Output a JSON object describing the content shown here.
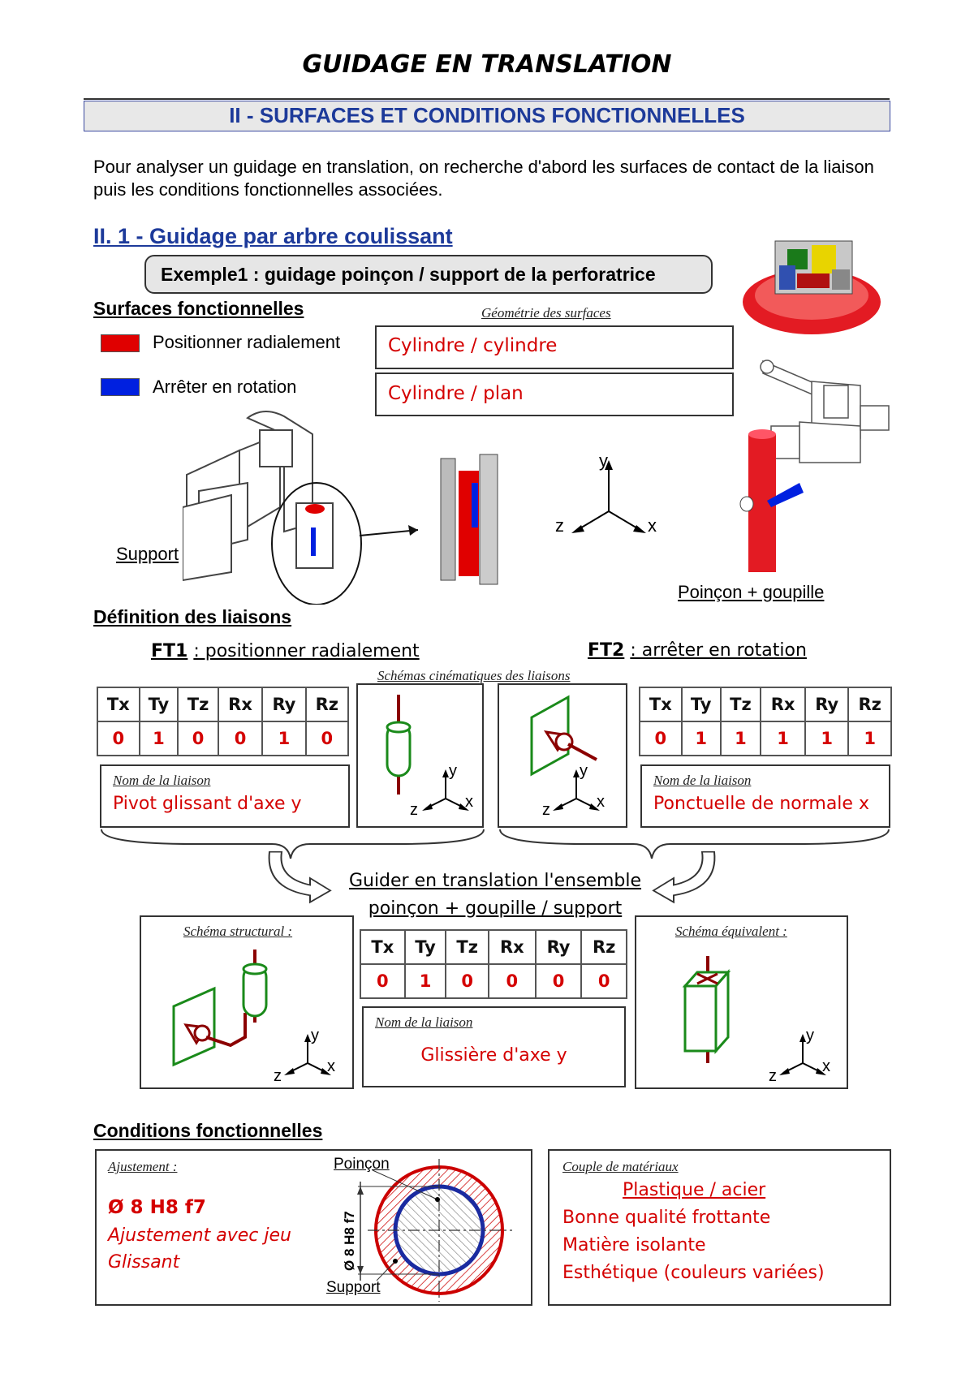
{
  "page": {
    "title": "GUIDAGE EN TRANSLATION",
    "section": "II - SURFACES ET CONDITIONS FONCTIONNELLES",
    "intro": "Pour analyser un guidage en translation, on recherche d'abord les surfaces de contact de la liaison puis les conditions fonctionnelles associées.",
    "subsection": "II. 1 - Guidage par arbre coulissant",
    "example": "Exemple1 : guidage poinçon / support de la perforatrice"
  },
  "surfaces": {
    "heading": "Surfaces fonctionnelles",
    "geometry_caption": "Géométrie des surfaces",
    "items": [
      {
        "color": "#e00000",
        "label": "Positionner radialement",
        "geometry": "Cylindre / cylindre"
      },
      {
        "color": "#0020e0",
        "label": "Arrêter en rotation",
        "geometry": "Cylindre / plan"
      }
    ],
    "support_label": "Support",
    "poincon_label": "Poinçon + goupille"
  },
  "axes": {
    "x": "x",
    "y": "y",
    "z": "z"
  },
  "liaisons": {
    "heading": "Définition des liaisons",
    "schemas_caption": "Schémas cinématiques des liaisons",
    "ft1": {
      "code": "FT1",
      "title": ": positionner radialement",
      "headers": [
        "Tx",
        "Ty",
        "Tz",
        "Rx",
        "Ry",
        "Rz"
      ],
      "values": [
        "0",
        "1",
        "0",
        "0",
        "1",
        "0"
      ],
      "name_caption": "Nom de la liaison",
      "name": "Pivot glissant d'axe y"
    },
    "ft2": {
      "code": "FT2",
      "title": ": arrêter en rotation",
      "headers": [
        "Tx",
        "Ty",
        "Tz",
        "Rx",
        "Ry",
        "Rz"
      ],
      "values": [
        "0",
        "1",
        "1",
        "1",
        "1",
        "1"
      ],
      "name_caption": "Nom de la liaison",
      "name": "Ponctuelle de normale x"
    }
  },
  "ensemble": {
    "line1": "Guider en translation l'ensemble",
    "line2": "poinçon + goupille / support",
    "structural_caption": "Schéma structural :",
    "equivalent_caption": "Schéma équivalent :",
    "headers": [
      "Tx",
      "Ty",
      "Tz",
      "Rx",
      "Ry",
      "Rz"
    ],
    "values": [
      "0",
      "1",
      "0",
      "0",
      "0",
      "0"
    ],
    "name_caption": "Nom de la liaison",
    "name": "Glissière d'axe y"
  },
  "conditions": {
    "heading": "Conditions fonctionnelles",
    "ajustement_caption": "Ajustement :",
    "fit": "Ø 8 H8 f7",
    "fit_line2": "Ajustement avec jeu",
    "fit_line3": "Glissant",
    "poincon": "Poinçon",
    "support": "Support",
    "dim": "Ø 8 H8 f7",
    "materials_caption": "Couple de matériaux",
    "materials_title": "Plastique / acier",
    "materials": [
      "Bonne qualité frottante",
      "Matière isolante",
      "Esthétique (couleurs variées)"
    ]
  }
}
